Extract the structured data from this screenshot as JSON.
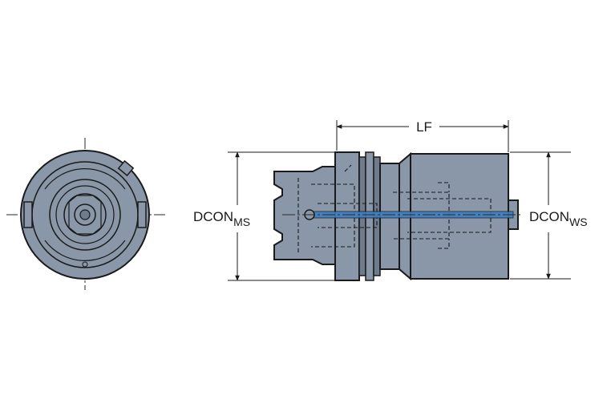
{
  "drawing": {
    "colors": {
      "body_fill": "#8a97a8",
      "body_dark": "#6f7c8e",
      "line": "#1a1a1a",
      "coolant": "#3d7fc1",
      "centerline": "#2a2a2a"
    },
    "labels": {
      "lf": "LF",
      "dcon_ms_main": "DCON",
      "dcon_ms_sub": "MS",
      "dcon_ws_main": "DCON",
      "dcon_ws_sub": "WS"
    }
  }
}
